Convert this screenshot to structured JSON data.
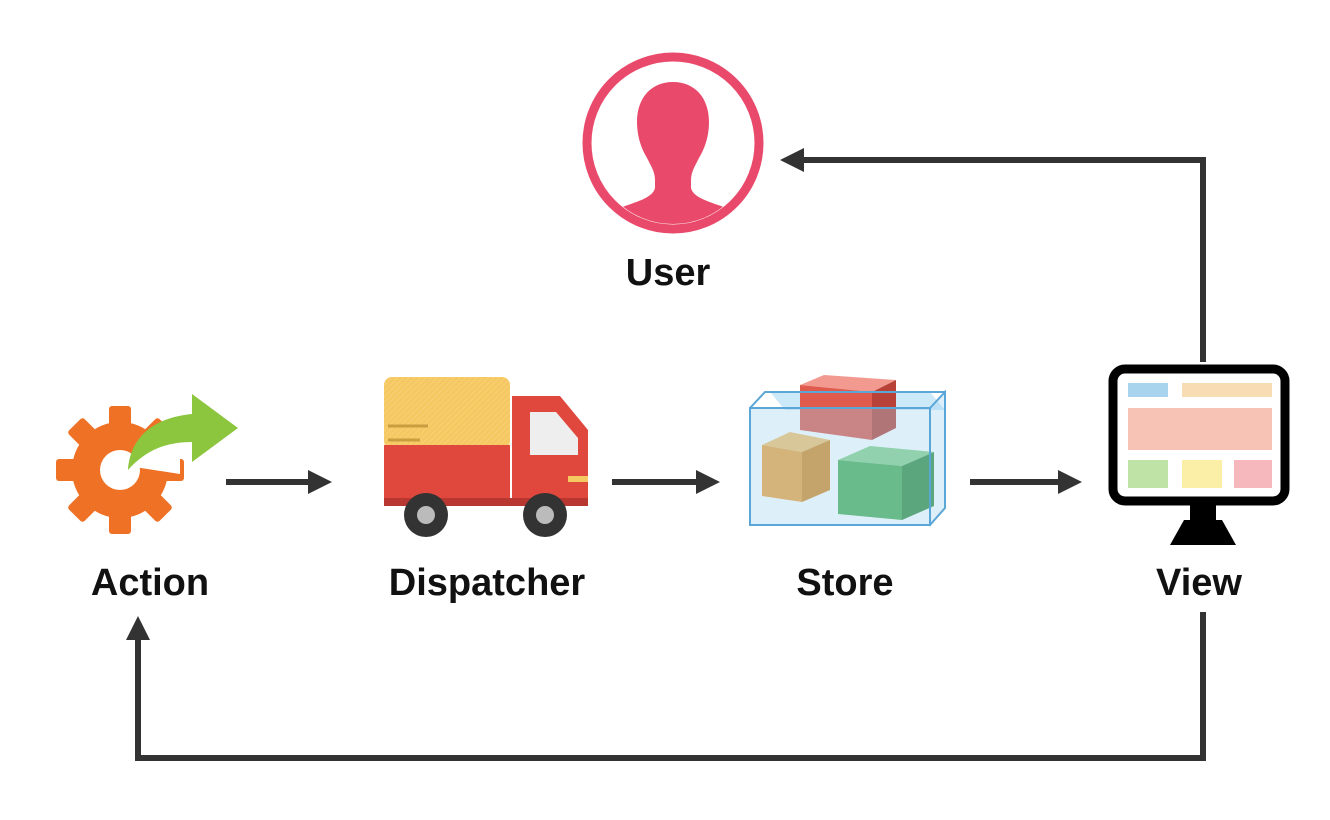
{
  "nodes": {
    "user": {
      "label": "User",
      "icon": "user-avatar-icon"
    },
    "action": {
      "label": "Action",
      "icon": "gear-arrow-icon"
    },
    "dispatcher": {
      "label": "Dispatcher",
      "icon": "delivery-truck-icon"
    },
    "store": {
      "label": "Store",
      "icon": "boxes-container-icon"
    },
    "view": {
      "label": "View",
      "icon": "computer-monitor-icon"
    }
  },
  "edges": [
    {
      "from": "Action",
      "to": "Dispatcher"
    },
    {
      "from": "Dispatcher",
      "to": "Store"
    },
    {
      "from": "Store",
      "to": "View"
    },
    {
      "from": "View",
      "to": "User"
    },
    {
      "from": "View",
      "to": "Action"
    }
  ],
  "colors": {
    "arrow": "#333333",
    "user": "#e94a6b",
    "gear": "#ef7125",
    "gear_arrow": "#8cc63f",
    "truck_cargo": "#f6c862",
    "truck_body": "#e0483e",
    "store_glass": "#9fd3f2",
    "monitor": "#000000"
  }
}
